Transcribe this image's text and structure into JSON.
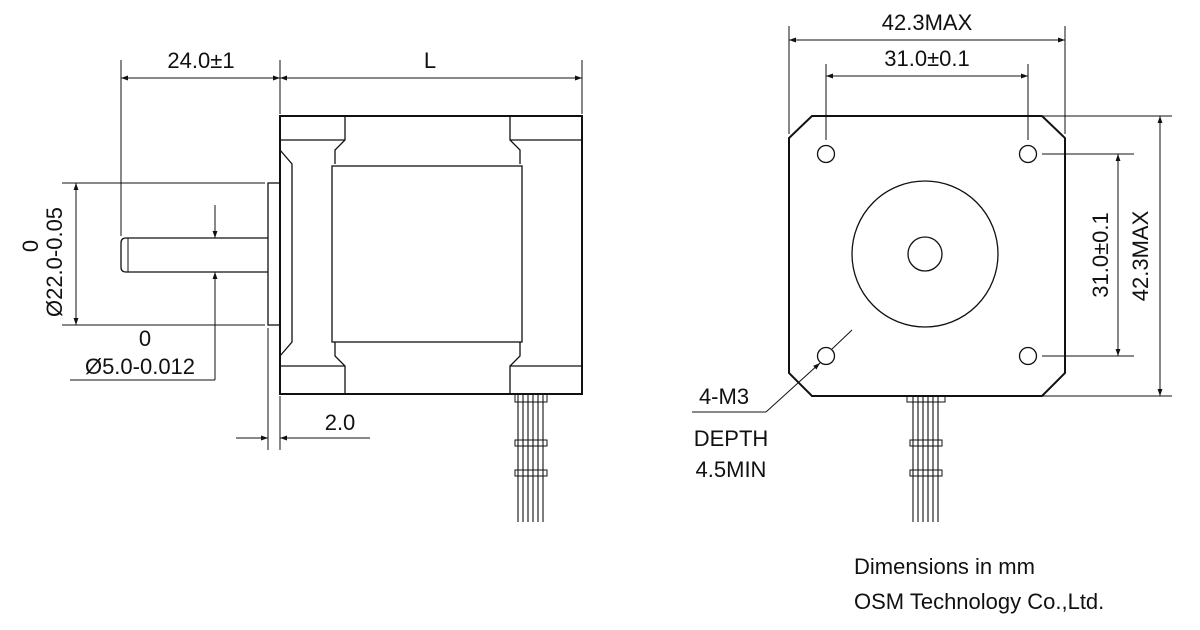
{
  "side_view": {
    "shaft_length": "24.0±1",
    "body_length": "L",
    "boss_tol_top": "0",
    "boss_diameter": "Ø22.0-0.05",
    "shaft_tol_top": "0",
    "shaft_diameter": "Ø5.0-0.012",
    "boss_thickness": "2.0"
  },
  "front_view": {
    "width_max": "42.3MAX",
    "hole_spacing_h": "31.0±0.1",
    "hole_spacing_v": "31.0±0.1",
    "height_max": "42.3MAX",
    "hole_callout": "4-M3",
    "depth_label": "DEPTH",
    "depth_value": "4.5MIN"
  },
  "footer": {
    "units": "Dimensions in mm",
    "company": "OSM Technology Co.,Ltd."
  }
}
